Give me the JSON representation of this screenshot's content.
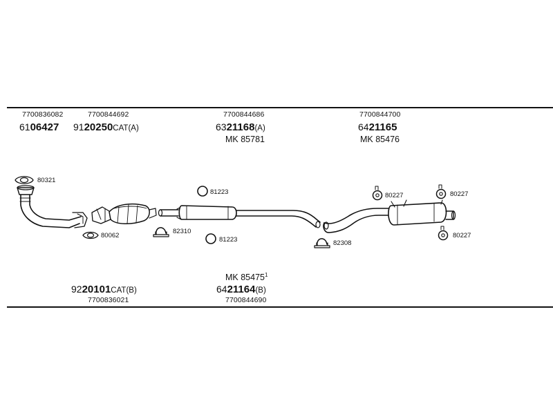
{
  "diagram": {
    "colors": {
      "ink": "#111111",
      "background": "#ffffff"
    },
    "top_parts": [
      {
        "oe": "7700836082",
        "prefix": "61",
        "main": "06427",
        "suffix": ""
      },
      {
        "oe": "7700844692",
        "prefix": "91",
        "main": "20250",
        "suffix": "CAT(A)"
      },
      {
        "oe": "7700844686",
        "prefix": "63",
        "main": "21168",
        "suffix": "(A)",
        "mk": "MK 85781"
      },
      {
        "oe": "7700844700",
        "prefix": "64",
        "main": "21165",
        "suffix": "",
        "mk": "MK 85476"
      }
    ],
    "bottom_parts": [
      {
        "oe": "7700836021",
        "prefix": "92",
        "main": "20101",
        "suffix": "CAT(B)"
      },
      {
        "oe": "7700844690",
        "prefix": "64",
        "main": "21164",
        "suffix": "(B)",
        "mk": "MK 85475",
        "mk_note": "1"
      }
    ],
    "small_parts": {
      "gasket_front": "80321",
      "gasket_cat": "80062",
      "ring_upper": "81223",
      "ring_lower": "81223",
      "clamp_mid": "82310",
      "clamp_rear": "82308",
      "hanger_1": "80227",
      "hanger_2": "80227",
      "hanger_3": "80227"
    },
    "icons": [
      "gasket-icon",
      "sealing-ring-icon",
      "clamp-icon",
      "rubber-hanger-icon",
      "front-pipe-icon",
      "catalytic-converter-icon",
      "middle-silencer-icon",
      "rear-silencer-icon"
    ]
  }
}
